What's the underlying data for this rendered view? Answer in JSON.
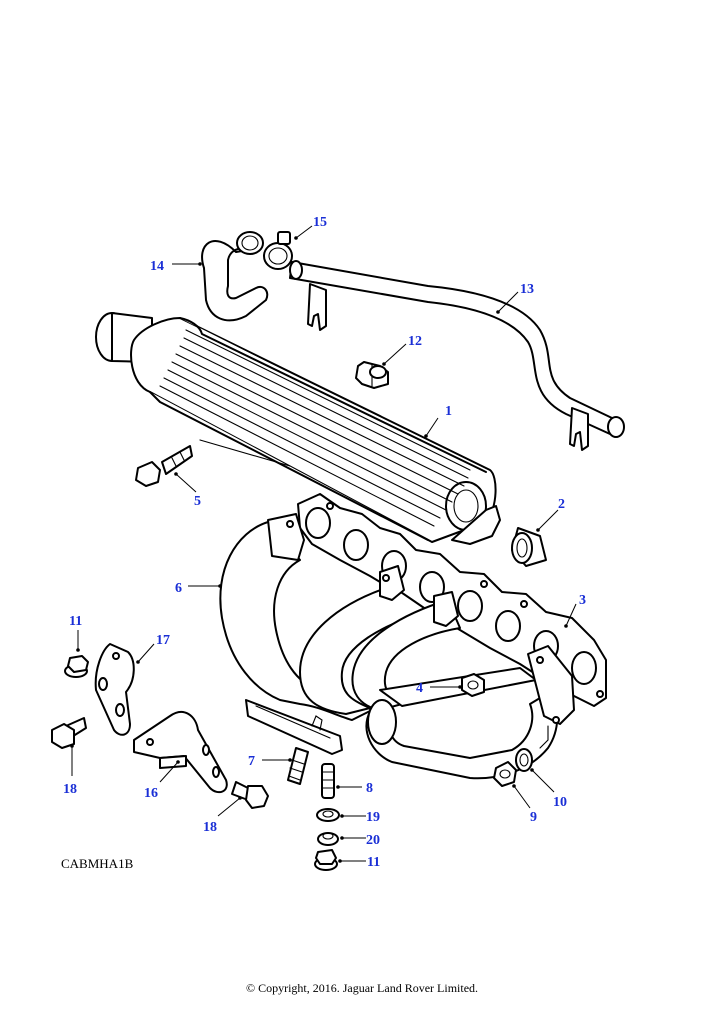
{
  "drawing_code": "CABMHA1B",
  "copyright": "© Copyright, 2016. Jaguar Land Rover Limited.",
  "callout_color": "#1a2fd6",
  "callouts": [
    "1",
    "2",
    "3",
    "4",
    "5",
    "6",
    "7",
    "8",
    "9",
    "10",
    "11",
    "11",
    "12",
    "13",
    "14",
    "15",
    "16",
    "17",
    "18",
    "18",
    "19",
    "20"
  ]
}
